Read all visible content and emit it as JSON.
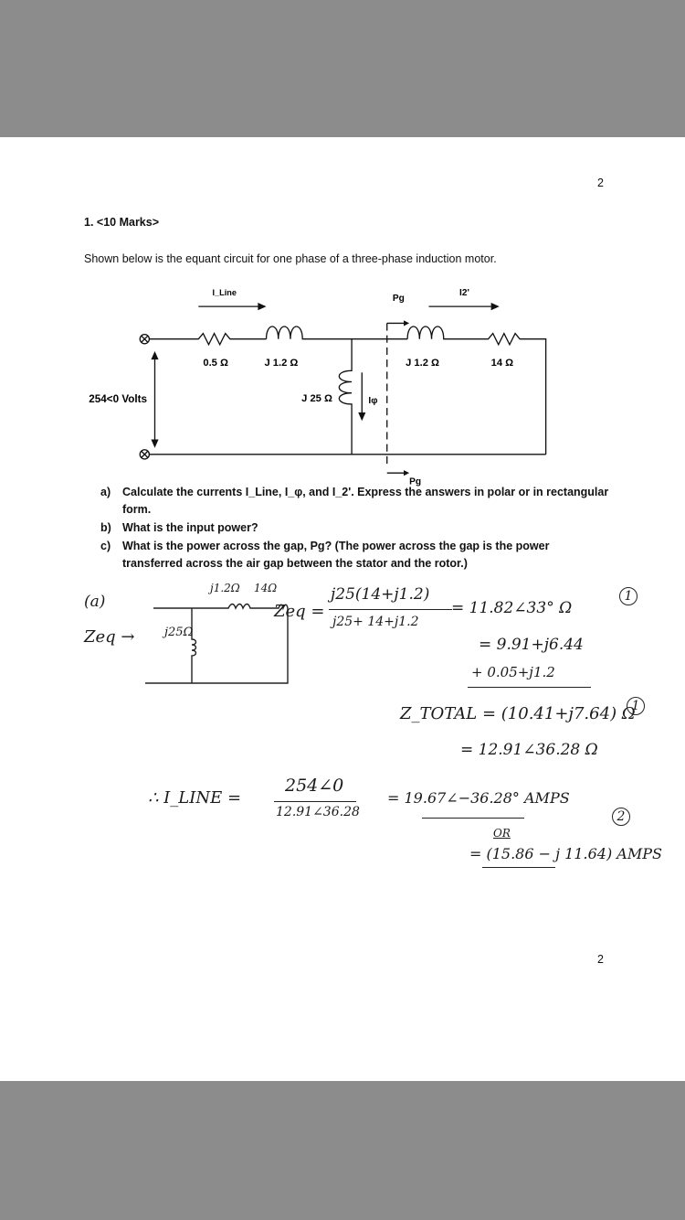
{
  "page_number_top": "2",
  "page_number_bottom": "2",
  "question": {
    "heading": "1. <10 Marks>",
    "intro": "Shown below is the equant circuit for one phase of a three-phase induction motor.",
    "parts": [
      {
        "label": "a)",
        "text": "Calculate the currents I_Line, I_φ, and I_2'. Express the answers in polar or in rectangular",
        "cont": "form."
      },
      {
        "label": "b)",
        "text": "What is the input power?"
      },
      {
        "label": "c)",
        "text": "What is the power across the gap, Pg? (The power across the gap is the power",
        "cont": "transferred across the air gap between the stator and the rotor.)"
      }
    ]
  },
  "circuit": {
    "i_line": "I_Line",
    "pg_top": "Pg",
    "i2": "I2'",
    "r1": "0.5 Ω",
    "x1": "J 1.2 Ω",
    "x2": "J 1.2 Ω",
    "r2": "14 Ω",
    "xm": "J 25 Ω",
    "i_phi": "Iφ",
    "source": "254<0 Volts",
    "pg_bottom": "Pg"
  },
  "solution": {
    "part": "(a)",
    "sketch_x": "j1.2Ω",
    "sketch_r": "14Ω",
    "sketch_xm": "j25Ω",
    "zeq_label": "Zeq →",
    "zeq_eq": "Zeq =",
    "num": "j25(14+j1.2)",
    "den": "j25+ 14+j1.2",
    "res1": "= 11.82∠33° Ω",
    "mark1": "1",
    "rect1": "= 9.91+j6.44",
    "add": "+  0.05+j1.2",
    "ztotal": "Z_TOTAL = (10.41+j7.64) Ω",
    "mark2": "1",
    "ztotal_polar": "= 12.91∠36.28 Ω",
    "iline_label": "∴ I_LINE =",
    "iline_num": "254∠0",
    "iline_den": "12.91∠36.28",
    "iline_res": "= 19.67∠−36.28° AMPS",
    "mark3": "2",
    "or": "OR",
    "iline_rect": "= (15.86 − j 11.64) AMPS"
  }
}
